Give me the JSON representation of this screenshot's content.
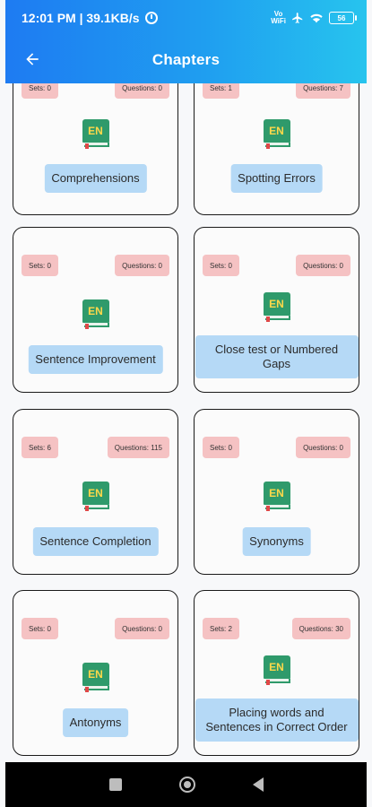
{
  "status": {
    "time_info": "12:01 PM | 39.1KB/s",
    "network_label": "Vo\nWiFi",
    "battery": "56"
  },
  "appbar": {
    "title": "Chapters",
    "back_icon": "arrow-left-icon"
  },
  "chapters": [
    {
      "name": "Comprehensions",
      "sets": "Sets: 0",
      "questions": "Questions: 0"
    },
    {
      "name": "Spotting Errors",
      "sets": "Sets: 1",
      "questions": "Questions: 7"
    },
    {
      "name": "Sentence Improvement",
      "sets": "Sets: 0",
      "questions": "Questions: 0"
    },
    {
      "name": "Close test or Numbered Gaps",
      "sets": "Sets: 0",
      "questions": "Questions: 0"
    },
    {
      "name": "Sentence Completion",
      "sets": "Sets: 6",
      "questions": "Questions: 115"
    },
    {
      "name": "Synonyms",
      "sets": "Sets: 0",
      "questions": "Questions: 0"
    },
    {
      "name": "Antonyms",
      "sets": "Sets: 0",
      "questions": "Questions: 0"
    },
    {
      "name": "Placing words and Sentences in Correct Order",
      "sets": "Sets: 2",
      "questions": "Questions: 30"
    }
  ],
  "book_icon_text": "EN",
  "colors": {
    "appbar_start": "#1e7bf2",
    "appbar_end": "#27c4ee",
    "badge_bg": "#f5c2c3",
    "label_bg": "#b5d9f6",
    "book_green": "#2f9a6b"
  }
}
